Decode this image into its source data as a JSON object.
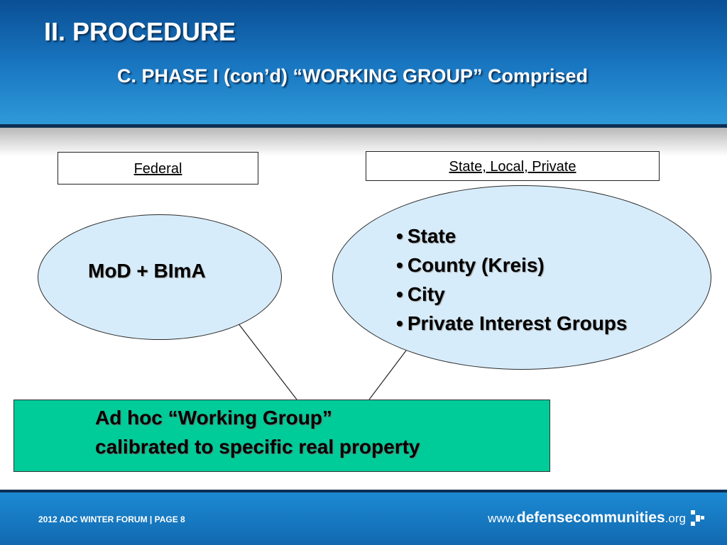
{
  "header": {
    "title": "II. PROCEDURE",
    "subtitle": "C. PHASE I (con’d) “WORKING GROUP” Comprised"
  },
  "labels": {
    "federal": "Federal",
    "state_local_private": "State, Local, Private"
  },
  "ellipses": {
    "left": "MoD + BImA",
    "right_bullet": "•",
    "right_items": [
      "State",
      "County (Kreis)",
      "City",
      "Private Interest Groups"
    ]
  },
  "working_group": {
    "line1": "Ad hoc “Working Group”",
    "line2": "calibrated to specific real property"
  },
  "footer": {
    "left_text": "2012 ADC WINTER FORUM | PAGE 8",
    "url_prefix": "www.",
    "url_domain": "defensecommunities",
    "url_suffix": ".org",
    "chevron_icon": "chevron-right-icon"
  },
  "colors": {
    "header_blue": "#1a78c2",
    "ellipse_fill": "#d7ecfa",
    "working_group_fill": "#00cc99",
    "footer_blue": "#1269b0"
  }
}
